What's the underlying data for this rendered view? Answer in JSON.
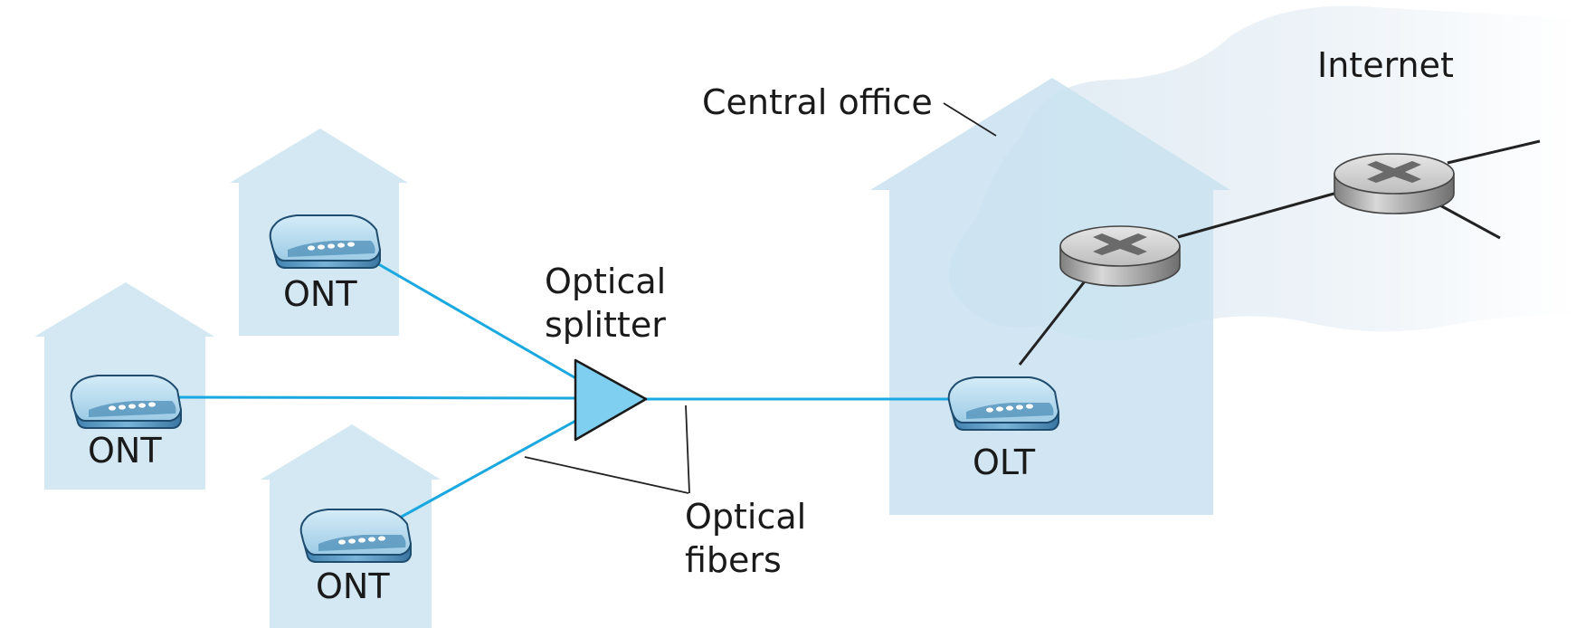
{
  "labels": {
    "internet": "Internet",
    "central_office": "Central office",
    "optical_splitter_line1": "Optical",
    "optical_splitter_line2": "splitter",
    "optical_fibers_line1": "Optical",
    "optical_fibers_line2": "fibers",
    "ont_top": "ONT",
    "ont_left": "ONT",
    "ont_bottom": "ONT",
    "olt": "OLT"
  },
  "colors": {
    "house_fill": "#d3e8f3",
    "cloud_fill": "#e4eef5",
    "fiber": "#1aa8e0",
    "copper": "#222222",
    "splitter_fill": "#7fcff0",
    "device_top": "#b5d9ec",
    "device_side": "#4f8fb8",
    "router_top": "#d6d6d6",
    "router_side": "#8a8a8a"
  },
  "icons": {
    "modem": "modem-icon",
    "router": "router-icon",
    "splitter": "triangle-splitter-icon",
    "house": "house-icon",
    "cloud": "cloud-icon"
  }
}
